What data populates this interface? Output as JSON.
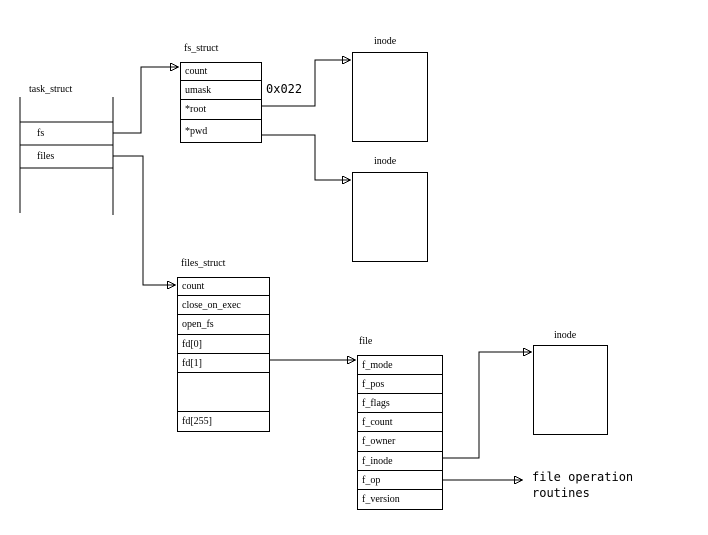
{
  "diagram": {
    "title_context": "kernel file structures",
    "colors": {
      "line": "#000000",
      "background": "#ffffff",
      "text": "#000000"
    },
    "task_struct": {
      "label": "task_struct",
      "rows": [
        "fs",
        "files"
      ]
    },
    "fs_struct": {
      "label": "fs_struct",
      "rows": [
        "count",
        "umask",
        "*root",
        "*pwd"
      ],
      "umask_value": "0x022"
    },
    "inode_top": {
      "label": "inode"
    },
    "inode_middle": {
      "label": "inode"
    },
    "inode_right": {
      "label": "inode"
    },
    "files_struct": {
      "label": "files_struct",
      "rows": [
        "count",
        "close_on_exec",
        "open_fs",
        "fd[0]",
        "fd[1]",
        "",
        "fd[255]"
      ]
    },
    "file_struct": {
      "label": "file",
      "rows": [
        "f_mode",
        "f_pos",
        "f_flags",
        "f_count",
        "f_owner",
        "f_inode",
        "f_op",
        "f_version"
      ]
    },
    "file_operation_routines": {
      "line1": "file operation",
      "line2": "routines"
    }
  }
}
